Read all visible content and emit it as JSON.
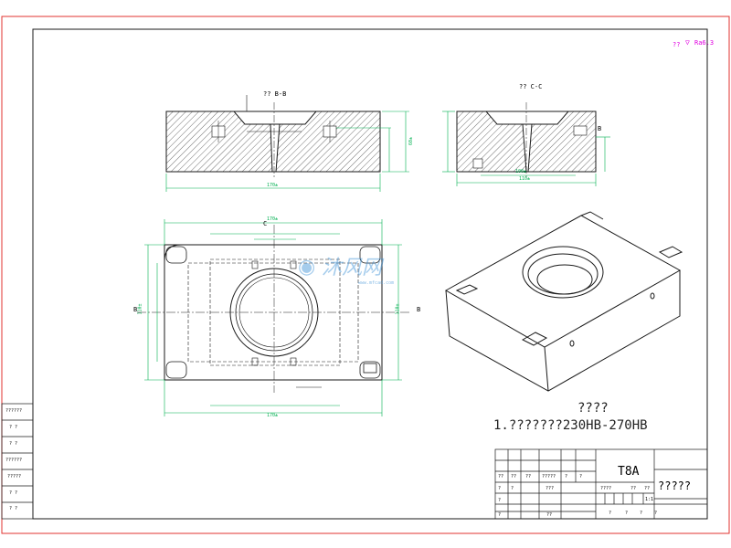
{
  "colors": {
    "outer_border": "#e0332f",
    "drawing": "#1a1a1a",
    "dimension": "#00b050",
    "roughness": "#e000e0",
    "watermark": "#3a8fd6"
  },
  "roughness_mark": {
    "prefix": "??",
    "value": "Ra6.3"
  },
  "views": {
    "section_bb": "?? B-B",
    "section_cc": "?? C-C",
    "plan_label_c": "C",
    "plan_label_b_left": "B",
    "plan_label_b_right": "B",
    "section_cc_label_b": "B"
  },
  "dimensions": {
    "bb_width": "170±",
    "bb_height": "60±",
    "plan_top": "170±",
    "plan_bottom": "170±",
    "cc_width": "110±",
    "cc_inner": "100±",
    "plan_left": "110±",
    "plan_right": "110±"
  },
  "watermark": {
    "text": "沐风网",
    "url": "www.mfcad.com"
  },
  "notes": {
    "title": "????",
    "line1": "1.???????230HB-270HB"
  },
  "title_block": {
    "material": "T8A",
    "name": "?????",
    "scale": "1:1",
    "cells": [
      "??",
      "??",
      "??",
      "?????",
      "?",
      "?",
      "????",
      "??",
      "??",
      "?",
      "?",
      "???",
      "?",
      "?",
      "??",
      "?",
      "?",
      "?",
      "?"
    ]
  },
  "side_table": [
    "??????",
    "?  ?",
    "?  ?",
    "??????",
    "?????",
    "?  ?",
    "?  ?"
  ]
}
